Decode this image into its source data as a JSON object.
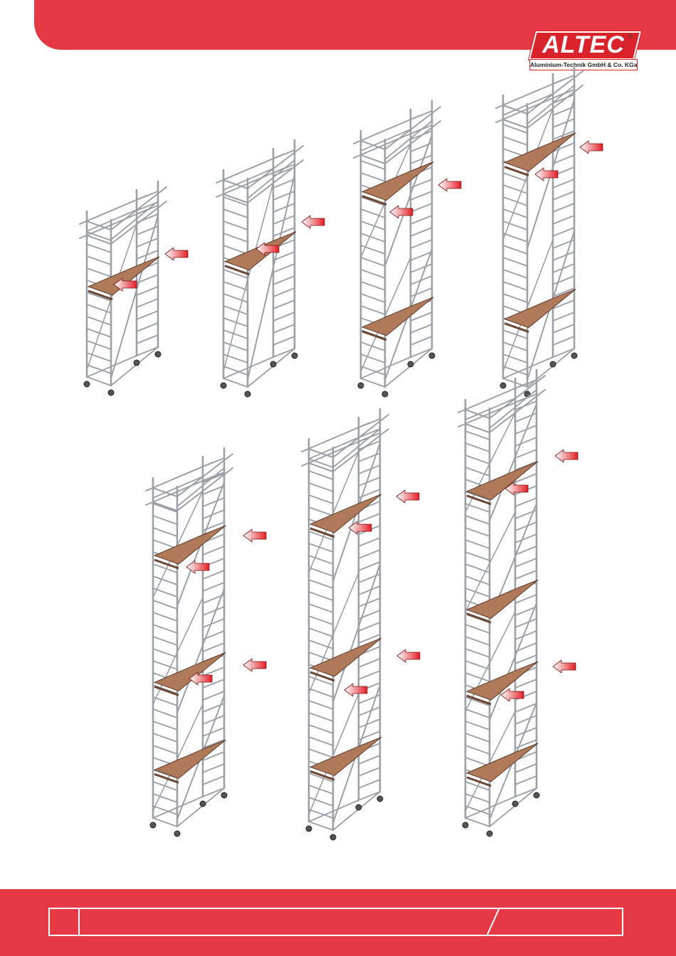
{
  "header": {
    "brand_color": "#e63946",
    "logo": {
      "word": "ALTEC",
      "registered_mark": "®",
      "subtitle": "Aluminium-Technik GmbH & Co. KGaA"
    }
  },
  "illustrations": {
    "subject": "mobile-aluminium-scaffold-tower",
    "frame_color": "#9aa0a6",
    "platform_color": "#b0795a",
    "arrow_color": "#e41e26",
    "items": [
      {
        "name": "scaffold-tower-1",
        "platforms": 1,
        "levels": 1
      },
      {
        "name": "scaffold-tower-2",
        "platforms": 1,
        "levels": 1
      },
      {
        "name": "scaffold-tower-3",
        "platforms": 2,
        "levels": 2
      },
      {
        "name": "scaffold-tower-4",
        "platforms": 2,
        "levels": 2
      },
      {
        "name": "scaffold-tower-5",
        "platforms": 3,
        "levels": 3
      },
      {
        "name": "scaffold-tower-6",
        "platforms": 3,
        "levels": 3
      },
      {
        "name": "scaffold-tower-7",
        "platforms": 4,
        "levels": 4
      }
    ]
  },
  "footer": {
    "page_number": "",
    "center_text": "",
    "right_text": ""
  }
}
